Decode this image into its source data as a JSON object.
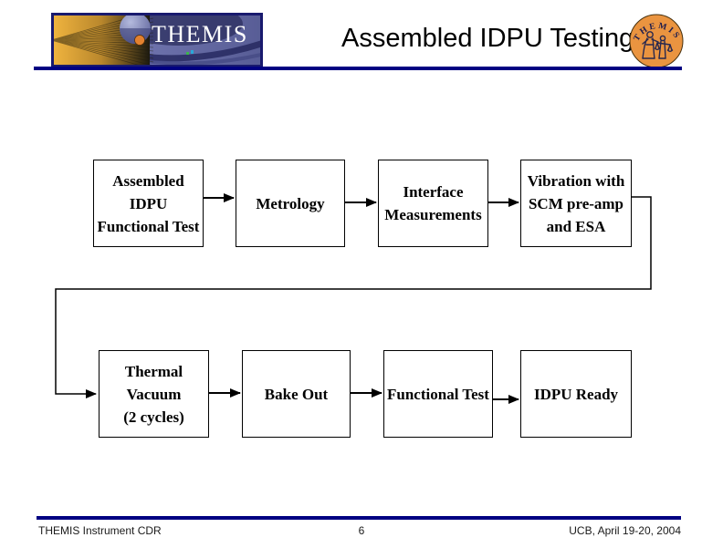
{
  "header": {
    "title": "Assembled IDPU Testing"
  },
  "logos": {
    "banner_text": "THEMIS",
    "patch_text": "THEMIS"
  },
  "flowchart": {
    "boxes": [
      {
        "id": "assembled-idpu-functional-test",
        "label": "Assembled\nIDPU\nFunctional Test"
      },
      {
        "id": "metrology",
        "label": "Metrology"
      },
      {
        "id": "interface-measurements",
        "label": "Interface\nMeasurements"
      },
      {
        "id": "vibration-with-scm-pre-amp-and-esa",
        "label": "Vibration with\nSCM pre-amp\nand ESA"
      },
      {
        "id": "thermal-vacuum-2-cycles",
        "label": "Thermal\nVacuum\n(2 cycles)"
      },
      {
        "id": "bake-out",
        "label": "Bake Out"
      },
      {
        "id": "functional-test",
        "label": "Functional Test"
      },
      {
        "id": "idpu-ready",
        "label": "IDPU Ready"
      }
    ]
  },
  "footer": {
    "left": "THEMIS Instrument CDR",
    "page_number": "6",
    "right": "UCB, April 19-20, 2004"
  },
  "colors": {
    "rule_navy": "#000082",
    "box_border": "#000000",
    "title_color": "#000000",
    "footer_text": "#1a1a1a",
    "patch_orange": "#ea9440",
    "banner_gold": "#e0a33c",
    "banner_blue": "#6d72ab"
  }
}
